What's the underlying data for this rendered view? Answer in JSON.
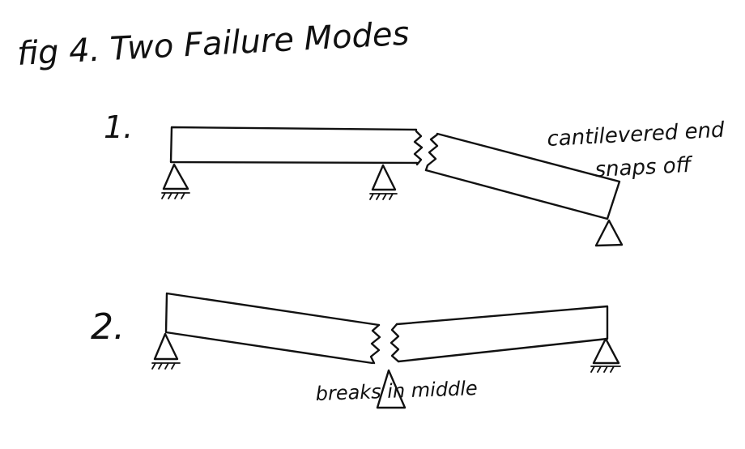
{
  "title": "fig 4. Two Failure Modes",
  "mode1": {
    "number": "1.",
    "note_line1": "cantilevered end",
    "note_line2": "snaps off"
  },
  "mode2": {
    "number": "2.",
    "note": "breaks in middle"
  },
  "colors": {
    "ink": "#111111",
    "paper": "#ffffff"
  }
}
